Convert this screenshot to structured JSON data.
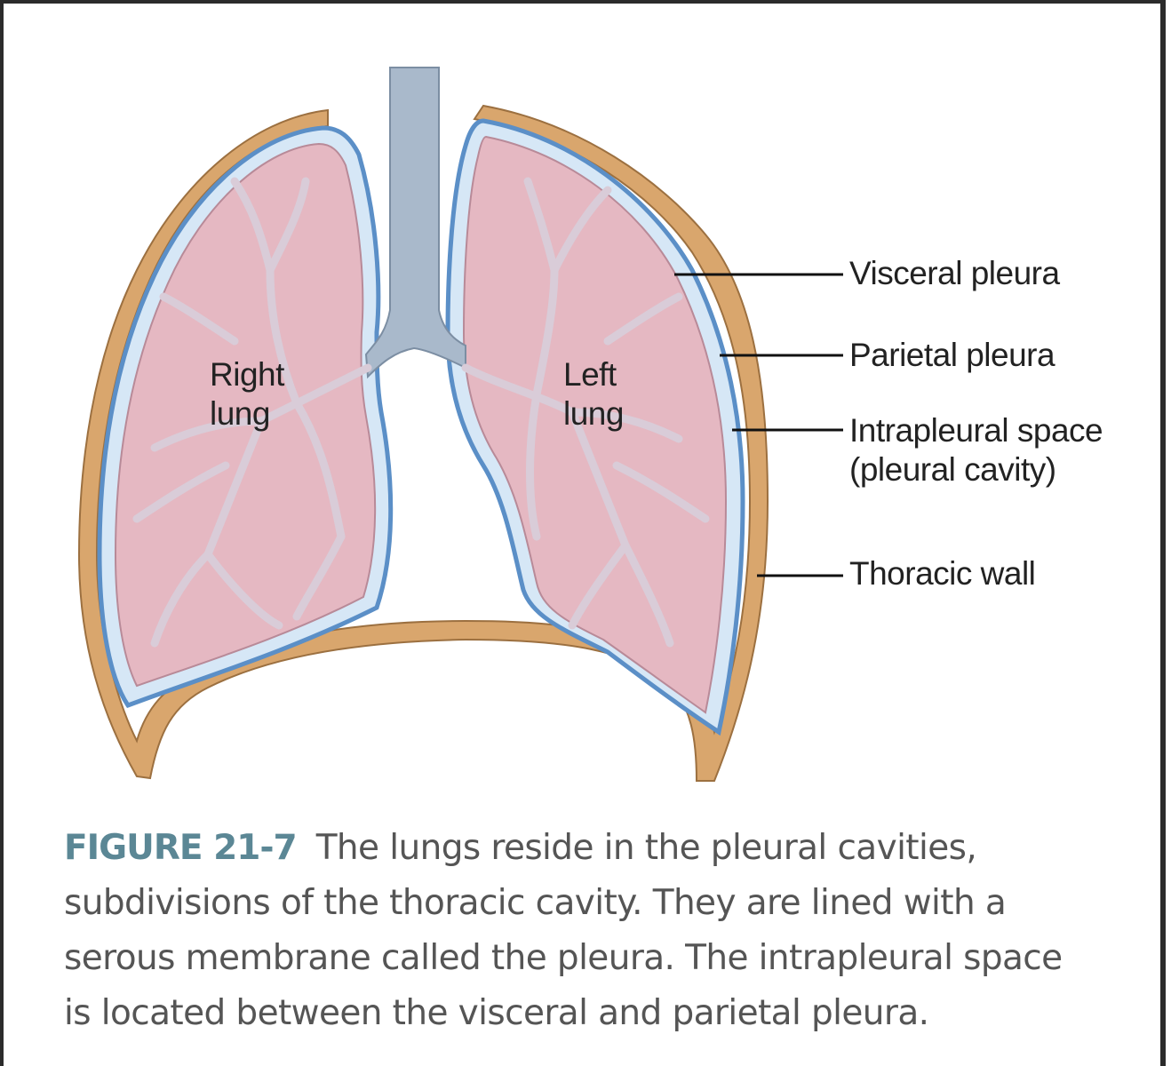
{
  "labels": {
    "right_lung": [
      "Right",
      "lung"
    ],
    "left_lung": [
      "Left",
      "lung"
    ],
    "visceral_pleura": "Visceral pleura",
    "parietal_pleura": "Parietal pleura",
    "intrapleural_space": [
      "Intrapleural space",
      "(pleural cavity)"
    ],
    "thoracic_wall": "Thoracic wall"
  },
  "caption": {
    "figure_number": "FIGURE 21-7",
    "lines": [
      "The lungs reside in the pleural cavities,",
      "subdivisions of the thoracic cavity. They are lined with a",
      "serous membrane called the pleura. The intrapleural space",
      "is located between the visceral and parietal pleura."
    ]
  },
  "colors": {
    "thoracic_wall": "#d9a66d",
    "pleura": "#5b8fc7",
    "intrapleural": "#d6e7f6",
    "lung": "#e5b8c2",
    "airway": "#d9ccd8",
    "trachea": "#a9b9cb"
  }
}
